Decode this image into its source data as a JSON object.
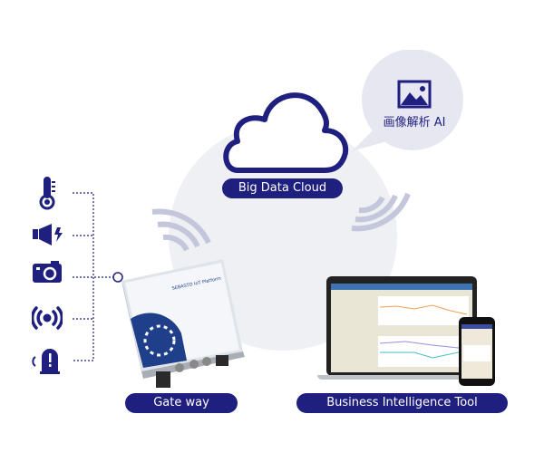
{
  "cloud": {
    "label": "Big Data Cloud"
  },
  "ai_bubble": {
    "label": "画像解析 AI",
    "icon": "image-icon"
  },
  "gateway": {
    "label": "Gate way",
    "device_brand": "SEBASTO IoT Platform"
  },
  "bi_tool": {
    "label": "Business Intelligence Tool"
  },
  "sensors": [
    {
      "icon": "thermometer-icon"
    },
    {
      "icon": "speaker-icon"
    },
    {
      "icon": "camera-icon"
    },
    {
      "icon": "signal-icon"
    },
    {
      "icon": "beacon-icon"
    }
  ],
  "colors": {
    "navy": "#1f1f80",
    "bg_circle": "#eff0f4",
    "bubble": "#e7e7f1",
    "wave": "#c4c6dc"
  }
}
